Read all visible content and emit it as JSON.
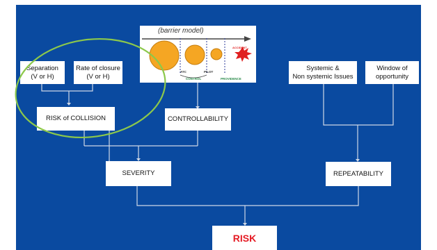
{
  "diagram": {
    "separation": {
      "line1": "Separation",
      "line2": "(V or H)"
    },
    "rate_of_closure": {
      "line1": "Rate of closure",
      "line2": "(V or H)"
    },
    "risk_of_collision": "RISK of COLLISION",
    "controllability": "CONTROLLABILITY",
    "systemic": {
      "line1": "Systemic &",
      "line2": "Non systemic Issues"
    },
    "window": {
      "line1": "Window of",
      "line2": "opportunity"
    },
    "severity": "SEVERITY",
    "repeatability": "REPEATABILITY",
    "risk": "RISK",
    "barrier_model": {
      "title": "(barrier model)",
      "accident": "ACCIDENT",
      "atc": "ATC",
      "pilot": "PILOT",
      "control": "CONTROL",
      "providence": "PROVIDENCE"
    }
  },
  "colors": {
    "background": "#0a4aa0",
    "ellipse": "#8cc84b",
    "risk_text": "#e51b24",
    "barrier_circle": "#f5a623",
    "accident_burst": "#e02020"
  }
}
